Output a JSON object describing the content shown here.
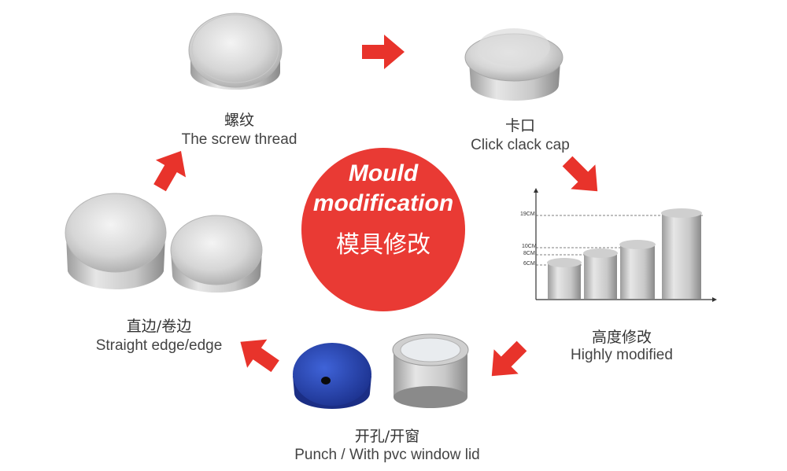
{
  "center": {
    "title_line1": "Mould",
    "title_line2": "modification",
    "title_cn": "模具修改",
    "color": "#e93a34"
  },
  "steps": {
    "screw": {
      "cn": "螺纹",
      "en": "The screw thread"
    },
    "click": {
      "cn": "卡口",
      "en": "Click clack cap"
    },
    "height": {
      "cn": "高度修改",
      "en": "Highly modified"
    },
    "punch": {
      "cn": "开孔/开窗",
      "en": "Punch / With pvc window lid"
    },
    "straight": {
      "cn": "直边/卷边",
      "en": "Straight edge/edge"
    }
  },
  "height_chart": {
    "tick_labels": [
      "19CM",
      "10CM",
      "8CM",
      "6CM"
    ]
  },
  "arrow_color": "#e8332b",
  "icons": [
    "right-arrow-icon",
    "down-right-arrow-icon",
    "down-left-arrow-icon",
    "left-arrow-icon",
    "up-right-arrow-icon"
  ]
}
